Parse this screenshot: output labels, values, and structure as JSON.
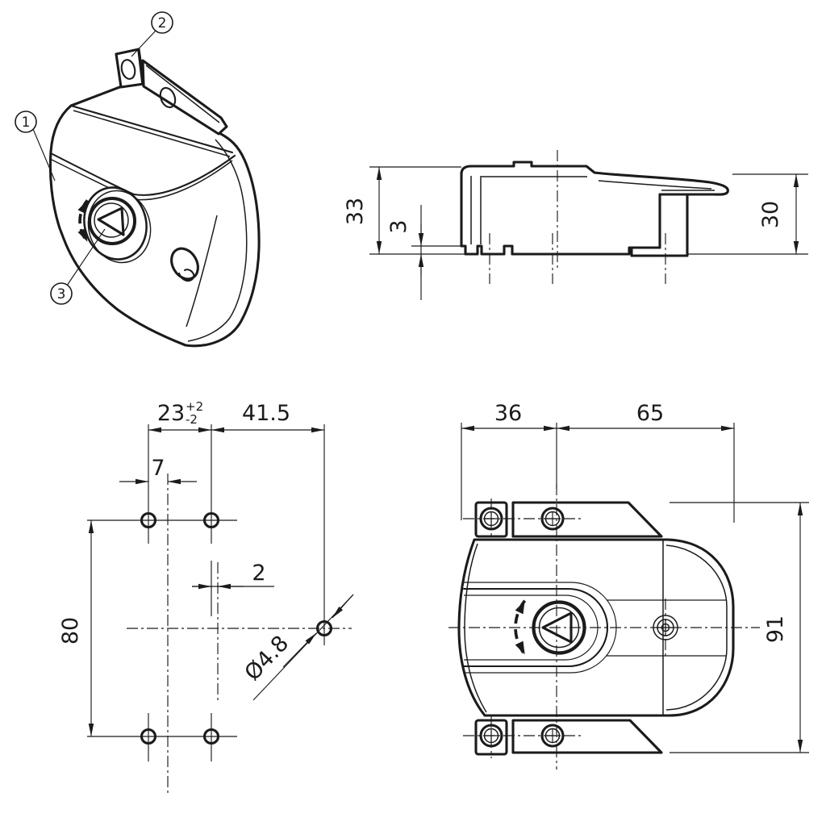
{
  "drawing": {
    "background_color": "#ffffff",
    "ink_color": "#1b1b1b",
    "views": {
      "iso": {
        "callouts": [
          {
            "label": "1"
          },
          {
            "label": "2"
          },
          {
            "label": "3"
          }
        ]
      },
      "side": {
        "dims": [
          {
            "name": "overall-height",
            "value": "33"
          },
          {
            "name": "panel-lip-depth",
            "value": "3"
          },
          {
            "name": "hook-height",
            "value": "30"
          }
        ]
      },
      "holes": {
        "dims": [
          {
            "name": "hole-pitch-horizontal",
            "value": "23",
            "tol_plus": "+2",
            "tol_minus": "-2"
          },
          {
            "name": "latch-hole-offset",
            "value": "41.5"
          },
          {
            "name": "centerline-offset",
            "value": "7"
          },
          {
            "name": "hole-centerline-offset",
            "value": "2"
          },
          {
            "name": "hole-pitch-vertical",
            "value": "80"
          },
          {
            "name": "hole-diameter",
            "value": "Ø4.8"
          }
        ]
      },
      "front": {
        "dims": [
          {
            "name": "width-left",
            "value": "36"
          },
          {
            "name": "width-right",
            "value": "65"
          },
          {
            "name": "overall-height",
            "value": "91"
          }
        ]
      }
    }
  }
}
